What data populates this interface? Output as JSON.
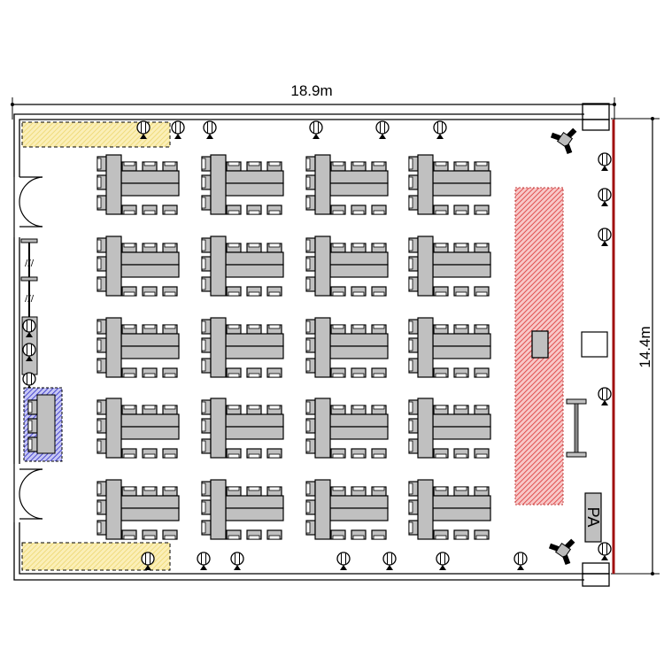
{
  "dimensions": {
    "width_label": "18.9m",
    "height_label": "14.4m"
  },
  "equipment": {
    "pa_label": "PA"
  },
  "layout": {
    "table_columns": 4,
    "table_rows": 5
  },
  "colors": {
    "wall": "#000000",
    "table": "#c0c0c0",
    "stage_hatch": "#e06060",
    "stage_wall": "#a01010",
    "reserved_yellow": "#f3e08a",
    "reception_blue": "#4040c0"
  }
}
